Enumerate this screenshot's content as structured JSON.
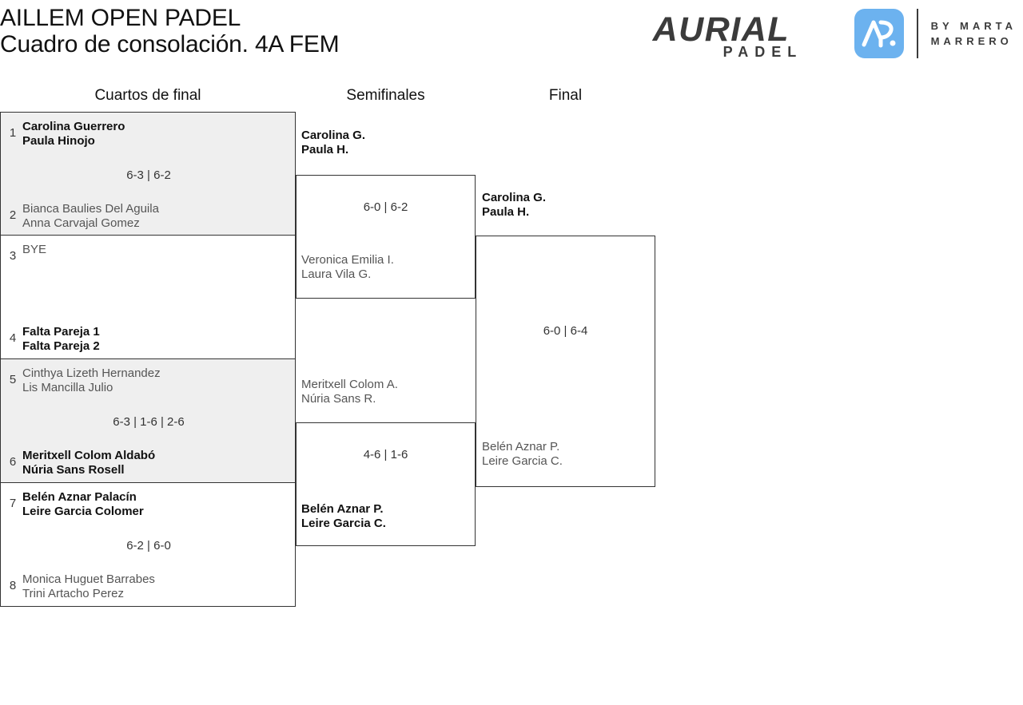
{
  "header": {
    "title_line1": "AILLEM OPEN PADEL",
    "title_line2": "Cuadro de consolación. 4A FEM",
    "logo": {
      "brand": "AURIAL",
      "sub": "PADEL",
      "mark_alt": "AP",
      "by_line1": "BY MARTA",
      "by_line2": "MARRERO",
      "accent_color": "#6cb2ef",
      "dark_color": "#3b3b3b"
    }
  },
  "rounds": {
    "r1_label": "Cuartos de final",
    "r2_label": "Semifinales",
    "r3_label": "Final"
  },
  "quarterfinals": [
    {
      "seed_top": "1",
      "top_p1": "Carolina Guerrero",
      "top_p2": "Paula Hinojo",
      "seed_bottom": "2",
      "bottom_p1": "Bianca Baulies Del Aguila",
      "bottom_p2": "Anna Carvajal Gomez",
      "score": "6-3 | 6-2"
    },
    {
      "seed_top": "3",
      "top_p1": "BYE",
      "top_p2": "",
      "seed_bottom": "4",
      "bottom_p1": "Falta Pareja 1",
      "bottom_p2": "Falta Pareja 2",
      "score": ""
    },
    {
      "seed_top": "5",
      "top_p1": "Cinthya Lizeth Hernandez",
      "top_p2": "Lis Mancilla Julio",
      "seed_bottom": "6",
      "bottom_p1": "Meritxell Colom Aldabó",
      "bottom_p2": "Núria Sans Rosell",
      "score": "6-3 | 1-6 | 2-6"
    },
    {
      "seed_top": "7",
      "top_p1": "Belén Aznar Palacín",
      "top_p2": "Leire Garcia Colomer",
      "seed_bottom": "8",
      "bottom_p1": "Monica Huguet Barrabes",
      "bottom_p2": "Trini Artacho Perez",
      "score": "6-2 | 6-0"
    }
  ],
  "semifinals": [
    {
      "top_p1": "Carolina G.",
      "top_p2": "Paula H.",
      "bottom_p1": "Veronica Emilia I.",
      "bottom_p2": "Laura Vila G.",
      "score": "6-0 | 6-2"
    },
    {
      "top_p1": "Meritxell Colom A.",
      "top_p2": "Núria Sans R.",
      "bottom_p1": "Belén Aznar P.",
      "bottom_p2": "Leire Garcia C.",
      "score": "4-6 | 1-6"
    }
  ],
  "final": {
    "top_p1": "Carolina G.",
    "top_p2": "Paula H.",
    "bottom_p1": "Belén Aznar P.",
    "bottom_p2": "Leire Garcia C.",
    "score": "6-0 | 6-4"
  }
}
